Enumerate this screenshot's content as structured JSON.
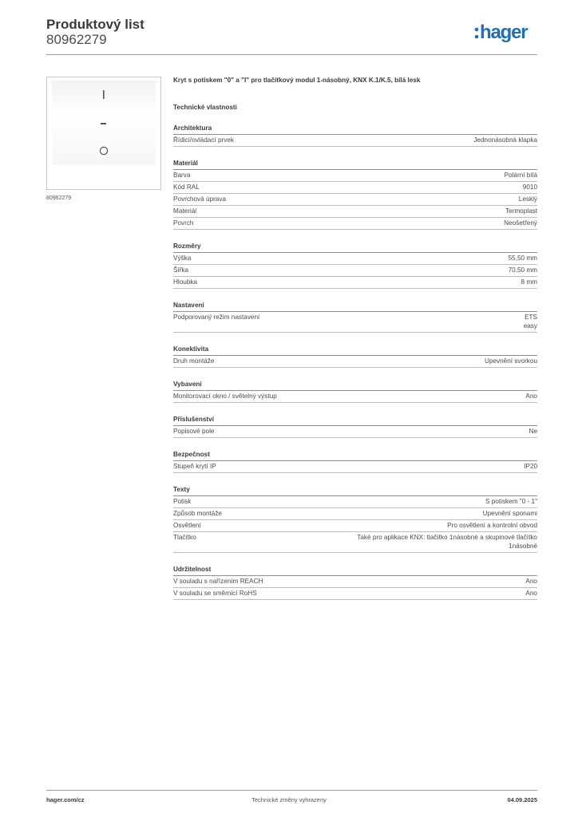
{
  "header": {
    "title": "Produktový list",
    "code": "80962279",
    "logo_text": "hager",
    "logo_color": "#1f6fb5"
  },
  "image": {
    "caption": "80962279",
    "symbols": {
      "top": "I",
      "middle": "–",
      "bottom": "O"
    }
  },
  "product": {
    "description": "Kryt s potiskem \"0\" a \"I\" pro tlačítkový modul 1-násobný, KNX K.1/K.5, bílá lesk",
    "tech_heading": "Technické vlastnosti"
  },
  "sections": [
    {
      "title": "Architektura",
      "rows": [
        {
          "label": "Řídicí/ovládací prvek",
          "value": [
            "Jednonásobná klapka"
          ]
        }
      ]
    },
    {
      "title": "Materiál",
      "rows": [
        {
          "label": "Barva",
          "value": [
            "Polární bílá"
          ]
        },
        {
          "label": "Kód RAL",
          "value": [
            "9010"
          ]
        },
        {
          "label": "Povrchová úprava",
          "value": [
            "Lesklý"
          ]
        },
        {
          "label": "Materiál",
          "value": [
            "Termoplast"
          ]
        },
        {
          "label": "Povrch",
          "value": [
            "Neošetřený"
          ]
        }
      ]
    },
    {
      "title": "Rozměry",
      "rows": [
        {
          "label": "Výška",
          "value": [
            "55,50 mm"
          ]
        },
        {
          "label": "Šířka",
          "value": [
            "70,50 mm"
          ]
        },
        {
          "label": "Hloubka",
          "value": [
            "8 mm"
          ]
        }
      ]
    },
    {
      "title": "Nastavení",
      "rows": [
        {
          "label": "Podporovaný režim nastavení",
          "value": [
            "ETS",
            "easy"
          ]
        }
      ]
    },
    {
      "title": "Konektivita",
      "rows": [
        {
          "label": "Druh montáže",
          "value": [
            "Upevnění svorkou"
          ]
        }
      ]
    },
    {
      "title": "Vybavení",
      "rows": [
        {
          "label": "Monitorovací okno / světelný výstup",
          "value": [
            "Ano"
          ]
        }
      ]
    },
    {
      "title": "Příslušenství",
      "rows": [
        {
          "label": "Popisové pole",
          "value": [
            "Ne"
          ]
        }
      ]
    },
    {
      "title": "Bezpečnost",
      "rows": [
        {
          "label": "Stupeň krytí IP",
          "value": [
            "IP20"
          ]
        }
      ]
    },
    {
      "title": "Texty",
      "rows": [
        {
          "label": "Potisk",
          "value": [
            "S potiskem \"0 - 1\""
          ]
        },
        {
          "label": "Způsob montáže",
          "value": [
            "Upevnění sponami"
          ]
        },
        {
          "label": "Osvětlení",
          "value": [
            "Pro osvětlení a kontrolní obvod"
          ]
        },
        {
          "label": "Tlačítko",
          "value": [
            "Také pro aplikace KNX: tlačítko 1násobné a skupinové tlačítko",
            "1násobné"
          ]
        }
      ]
    },
    {
      "title": "Udržitelnost",
      "rows": [
        {
          "label": "V souladu s nařízením REACH",
          "value": [
            "Ano"
          ]
        },
        {
          "label": "V souladu se směrnicí RoHS",
          "value": [
            "Ano"
          ]
        }
      ]
    }
  ],
  "footer": {
    "website": "hager.com/cz",
    "notice": "Technické změny vyhrazeny",
    "date": "04.09.2025"
  }
}
